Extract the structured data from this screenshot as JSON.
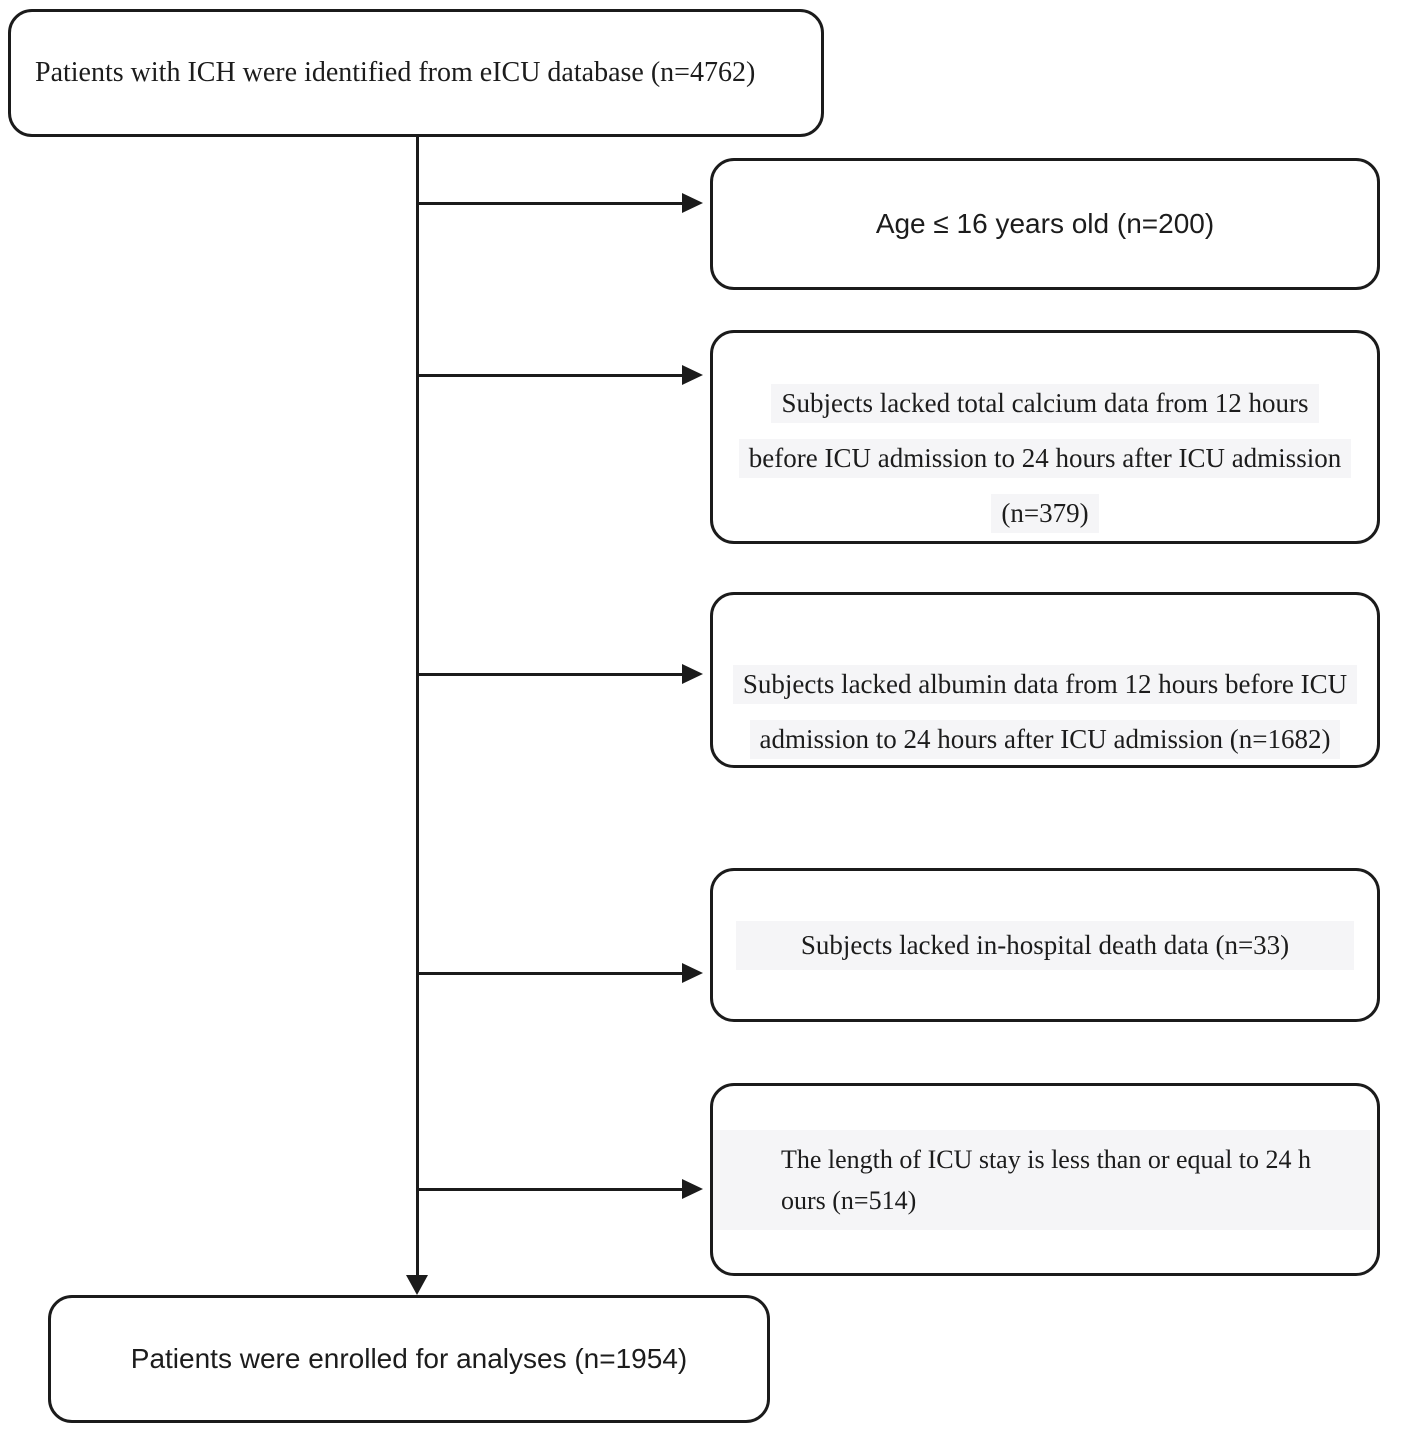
{
  "flowchart": {
    "source_box": {
      "text": "Patients with ICH were identified from eICU database (n=4762)",
      "n": 4762
    },
    "exclusions": [
      {
        "n": 200,
        "lines": [
          "Age ≤ 16 years old (n=200)"
        ]
      },
      {
        "n": 379,
        "lines": [
          "Subjects lacked total calcium data from 12 hours",
          "before ICU admission to 24 hours after ICU admission",
          "(n=379)"
        ]
      },
      {
        "n": 1682,
        "lines": [
          "Subjects lacked albumin data from 12 hours before ICU",
          "admission to 24 hours after ICU admission (n=1682)"
        ]
      },
      {
        "n": 33,
        "lines": [
          "Subjects lacked in-hospital death data (n=33)"
        ]
      },
      {
        "n": 514,
        "lines": [
          "The length of ICU stay is less than or equal to 24 h",
          "ours (n=514)"
        ]
      }
    ],
    "result_box": {
      "text": "Patients were enrolled for analyses (n=1954)",
      "n": 1954
    }
  },
  "colors": {
    "border": "#1b1b1b",
    "text": "#1c1c1c",
    "line_highlight": "#f5f5f7",
    "background": "#ffffff"
  }
}
